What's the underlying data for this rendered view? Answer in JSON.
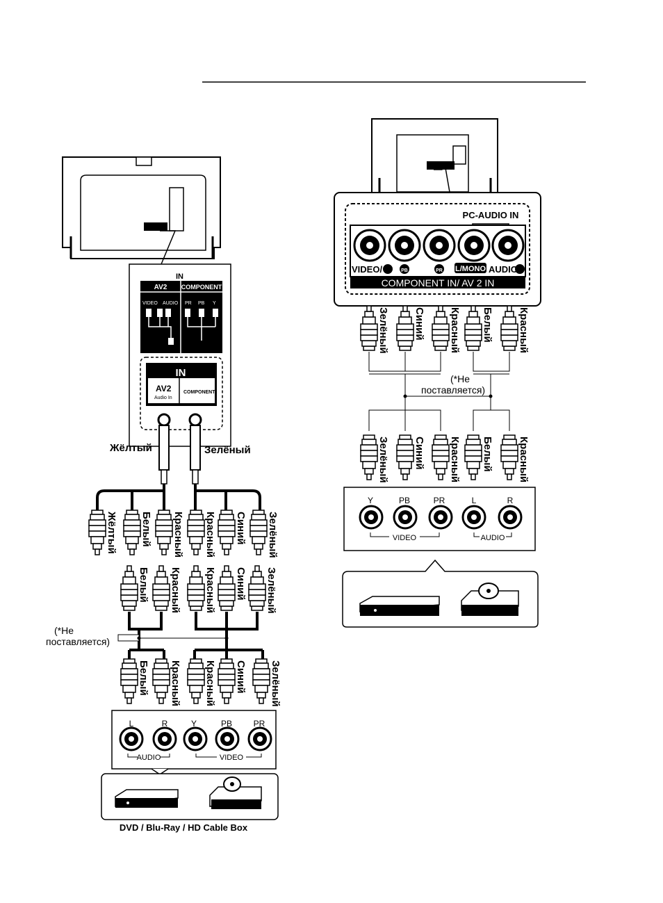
{
  "left": {
    "panel": {
      "in_title": "IN",
      "av2_header": "AV2",
      "component_header": "COMPONENT",
      "video": "VIDEO",
      "audio": "AUDIO",
      "pr": "PR",
      "pb": "PB",
      "y": "Y",
      "plate_in": "IN",
      "plate_av2": "AV2",
      "plate_audio_in": "Audio In",
      "plate_component": "COMPONENT"
    },
    "cable_yellow": "Жёлтый",
    "cable_green": "Зелёный",
    "row1": [
      "Жёлтый",
      "Белый",
      "Красный",
      "Красный",
      "Синий",
      "Зелёный"
    ],
    "row2": [
      "Белый",
      "Красный",
      "Красный",
      "Синий",
      "Зелёный"
    ],
    "row3": [
      "Белый",
      "Красный",
      "Красный",
      "Синий",
      "Зелёный"
    ],
    "not_supplied_1": "(*Не",
    "not_supplied_2": "поставляется)",
    "device": {
      "l": "L",
      "r": "R",
      "y": "Y",
      "pb": "PB",
      "pr": "PR",
      "audio": "AUDIO",
      "video": "VIDEO"
    },
    "caption": "DVD / Blu-Ray / HD Cable Box"
  },
  "right": {
    "panel": {
      "pc_audio_in": "PC-AUDIO IN",
      "video_y": "VIDEO/",
      "pb": "PB",
      "pr": "PR",
      "l_mono": "L/MONO",
      "audio_r": "AUDIO",
      "component_in": "COMPONENT IN/ AV 2 IN"
    },
    "row1": [
      "Зелёный",
      "Синий",
      "Красный",
      "Белый",
      "Красный"
    ],
    "row2": [
      "Зелёный",
      "Синий",
      "Красный",
      "Белый",
      "Красный"
    ],
    "not_supplied_1": "(*Не",
    "not_supplied_2": "поставляется)",
    "device": {
      "y": "Y",
      "pb": "PB",
      "pr": "PR",
      "l": "L",
      "r": "R",
      "video": "VIDEO",
      "audio": "AUDIO"
    }
  }
}
